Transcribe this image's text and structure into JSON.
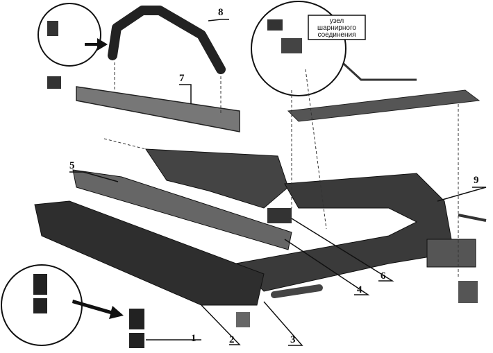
{
  "diagram": {
    "callout_text": [
      "узел",
      "шарнирного",
      "соединения"
    ],
    "part_labels": [
      {
        "id": "label-1",
        "text": "1"
      },
      {
        "id": "label-2",
        "text": "2"
      },
      {
        "id": "label-3",
        "text": "3"
      },
      {
        "id": "label-4",
        "text": "4"
      },
      {
        "id": "label-5",
        "text": "5"
      },
      {
        "id": "label-6",
        "text": "6"
      },
      {
        "id": "label-7",
        "text": "7"
      },
      {
        "id": "label-8",
        "text": "8"
      },
      {
        "id": "label-9",
        "text": "9"
      }
    ]
  }
}
